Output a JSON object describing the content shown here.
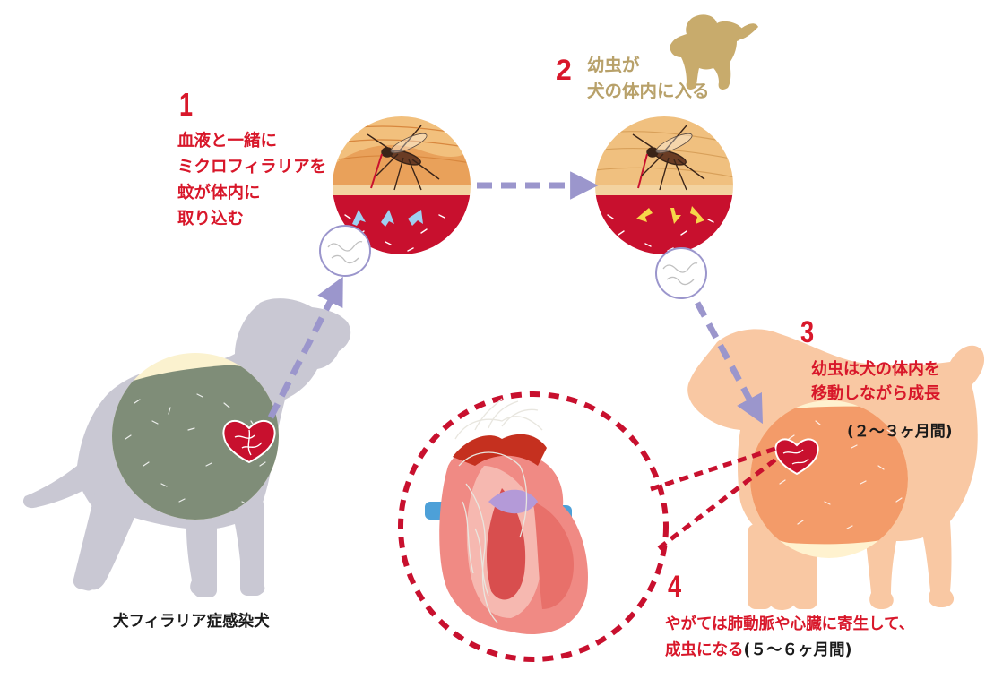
{
  "colors": {
    "accent_red": "#d8172a",
    "tan": "#b8a16a",
    "arrow": "#9b96cc",
    "infected_dog": "#c9c8d3",
    "host_dog": "#f9c8a3"
  },
  "icons": [
    "mosquito-icon",
    "heart-icon",
    "dog-silhouette-icon",
    "microfilaria-icon",
    "arrow-icon"
  ],
  "step1": {
    "number": "1",
    "lines": [
      "血液と一緒に",
      "ミクロフィラリアを",
      "蚊が体内に",
      "取り込む"
    ]
  },
  "step2": {
    "number": "2",
    "lines": [
      "幼虫が",
      "犬の体内に入る"
    ]
  },
  "step3": {
    "number": "3",
    "lines": [
      "幼虫は犬の体内を",
      "移動しながら成長"
    ],
    "duration": "(２～３ヶ月間)"
  },
  "step4": {
    "number": "4",
    "lines": [
      "やがては肺動脈や心臓に寄生して、"
    ],
    "line2_main": "成虫になる",
    "line2_duration": "(５～６ヶ月間)"
  },
  "infected_dog_caption": "犬フィラリア症感染犬"
}
